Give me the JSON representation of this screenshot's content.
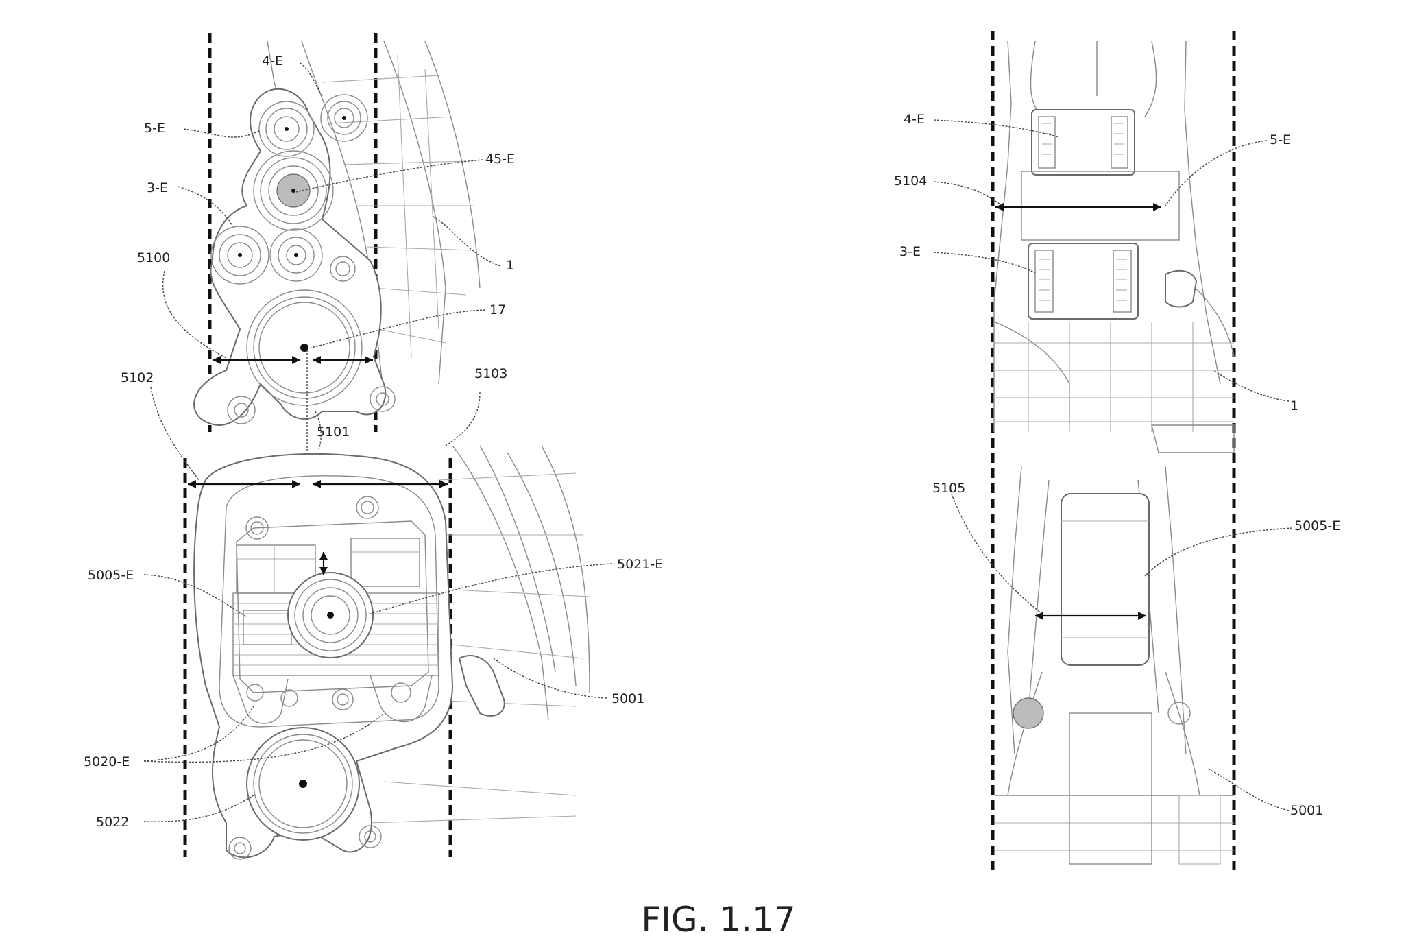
{
  "figure": {
    "caption": "FIG. 1.17"
  },
  "left_view": {
    "labels": [
      "4-E",
      "5-E",
      "45-E",
      "3-E",
      "1",
      "5100",
      "17",
      "5102",
      "5103",
      "5101",
      "5005-E",
      "5021-E",
      "5001",
      "5020-E",
      "5022"
    ]
  },
  "right_view": {
    "labels": [
      "4-E",
      "5-E",
      "5104",
      "3-E",
      "1",
      "5105",
      "5005-E",
      "5001"
    ]
  },
  "colors": {
    "line": "#6a6a6a",
    "centerline": "#111111",
    "background": "#ffffff"
  }
}
